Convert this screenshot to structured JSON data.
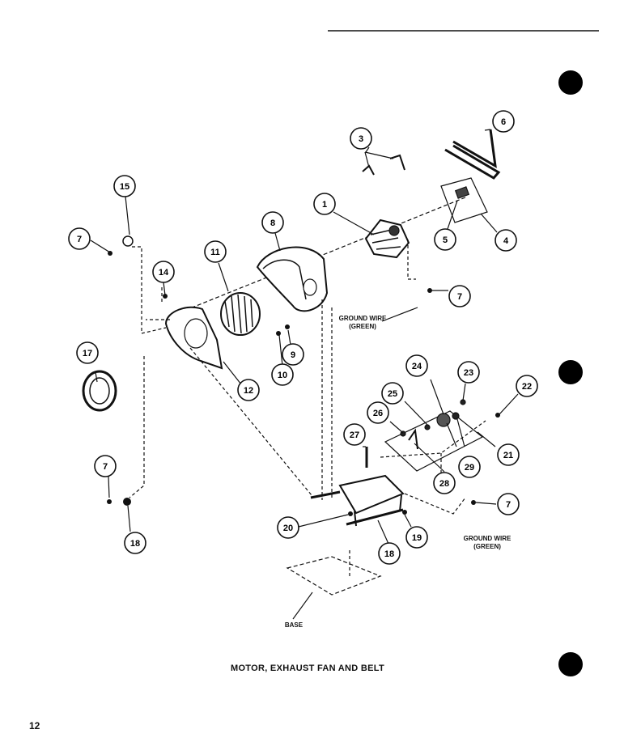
{
  "diagram": {
    "title": "MOTOR, EXHAUST FAN AND BELT",
    "page_number": "12",
    "callouts": [
      "1",
      "3",
      "4",
      "5",
      "6",
      "7",
      "8",
      "9",
      "10",
      "11",
      "12",
      "14",
      "15",
      "17",
      "18",
      "19",
      "20",
      "21",
      "22",
      "23",
      "24",
      "25",
      "26",
      "27",
      "28",
      "29"
    ],
    "annotations": {
      "ground_wire_upper_line1": "GROUND WIRE",
      "ground_wire_upper_line2": "(GREEN)",
      "ground_wire_lower_line1": "GROUND WIRE",
      "ground_wire_lower_line2": "(GREEN)",
      "base": "BASE"
    }
  },
  "colors": {
    "ink": "#111111",
    "paper": "#ffffff"
  }
}
